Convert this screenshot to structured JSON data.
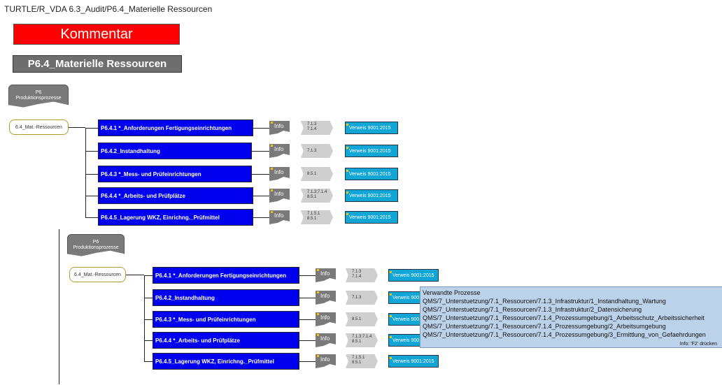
{
  "breadcrumb": "TURTLE/R_VDA 6.3_Audit/P6.4_Materielle Ressourcen",
  "comment_button": "Kommentar",
  "title": "P6.4_Materielle Ressourcen",
  "colors": {
    "comment": "#ff0000",
    "task": "#0000ee",
    "verweis": "#11a6d6",
    "tooltip": "#bcd2ea"
  },
  "groups": [
    {
      "process": [
        "P6",
        "Produktionsprozesse"
      ],
      "start": "6.4_Mat.-Ressourcen",
      "rows": [
        {
          "task": "P6.4.1 *_Anforderungen Fertigungseinrichtungen",
          "info": "Info",
          "refs": [
            "7.1.3",
            "7.1.4"
          ],
          "verweis": "Verweis 9001:2015"
        },
        {
          "task": "P6.4.2_Instandhaltung",
          "info": "Info",
          "refs": [
            "7.1.3"
          ],
          "verweis": "Verweis 9001:2015"
        },
        {
          "task": "P6.4.3 *_Mess- und Prüfeinrichtungen",
          "info": "Info",
          "refs": [
            "8.5.1"
          ],
          "verweis": "Verweis 9001:2015"
        },
        {
          "task": "P6.4.4 *_Arbeits- und Prüfplätze",
          "info": "Info",
          "refs": [
            "7.1.3;7.1.4",
            "8.5.1"
          ],
          "verweis": "Verweis 9001:2015"
        },
        {
          "task": "P6.4.5_Lagerung WKZ, Einrichng._Prüfmittel",
          "info": "Info",
          "refs": [
            "7.1.5.1",
            "8.5.1"
          ],
          "verweis": "Verweis 9001:2015"
        }
      ]
    },
    {
      "process": [
        "P6",
        "Produktionsprozesse"
      ],
      "start": "6.4_Mat.-Ressourcen",
      "rows": [
        {
          "task": "P6.4.1 *_Anforderungen Fertigungseinrichtungen",
          "info": "Info",
          "refs": [
            "7.1.3",
            "7.1.4"
          ],
          "verweis": "Verweis 9001:2015"
        },
        {
          "task": "P6.4.2_Instandhaltung",
          "info": "Info",
          "refs": [
            "7.1.3"
          ],
          "verweis": "Verweis 9001:2015"
        },
        {
          "task": "P6.4.3 *_Mess- und Prüfeinrichtungen",
          "info": "Info",
          "refs": [
            "8.5.1"
          ],
          "verweis": "Verweis 9001:2015"
        },
        {
          "task": "P6.4.4 *_Arbeits- und Prüfplätze",
          "info": "Info",
          "refs": [
            "7.1.3;7.1.4",
            "8.5.1"
          ],
          "verweis": "Verweis 9001:2015"
        },
        {
          "task": "P6.4.5_Lagerung WKZ, Einrichng._Prüfmittel",
          "info": "Info",
          "refs": [
            "7.1.5.1",
            "8.5.1"
          ],
          "verweis": "Verweis 9001:2015"
        }
      ]
    }
  ],
  "tooltip": {
    "heading": "Verwandte Prozesse",
    "lines": [
      "QMS/7_Unterstuetzung/7.1_Ressourcen/7.1.3_Infrastruktur/1_Instandhaltung_Wartung",
      "QMS/7_Unterstuetzung/7.1_Ressourcen/7.1.3_Infrastruktur/2_Datensicherung",
      "QMS/7_Unterstuetzung/7.1_Ressourcen/7.1.4_Prozessumgebung/1_Arbeitsschutz_Arbeitssicherheit",
      "QMS/7_Unterstuetzung/7.1_Ressourcen/7.1.4_Prozessumgebung/2_Arbeitsumgebung",
      "QMS/7_Unterstuetzung/7.1_Ressourcen/7.1.4_Prozessumgebung/3_Ermittlung_von_Gefaehrdungen"
    ],
    "footer": "Info: 'F2' drücken"
  }
}
